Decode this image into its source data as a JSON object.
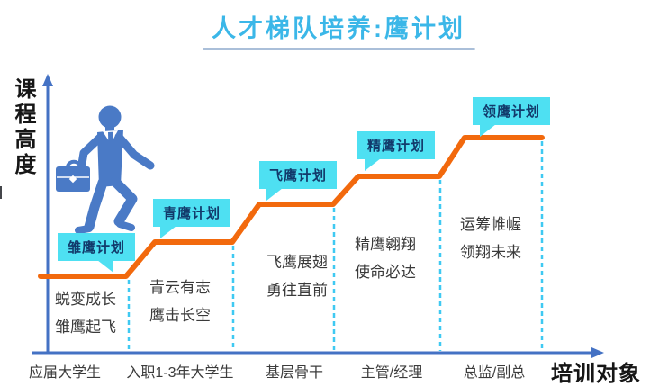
{
  "title": "人才梯队培养:鹰计划",
  "axes": {
    "y_label": "课程高度",
    "x_label": "培训对象"
  },
  "steps": [
    {
      "plan": "雏鹰计划",
      "line1": "蜕变成长",
      "line2": "雏鹰起飞",
      "audience": "应届大学生"
    },
    {
      "plan": "青鹰计划",
      "line1": "青云有志",
      "line2": "鹰击长空",
      "audience": "入职1-3年大学生"
    },
    {
      "plan": "飞鹰计划",
      "line1": "飞鹰展翅",
      "line2": "勇往直前",
      "audience": "基层骨干"
    },
    {
      "plan": "精鹰计划",
      "line1": "精鹰翱翔",
      "line2": "使命必达",
      "audience": "主管/经理"
    },
    {
      "plan": "领鹰计划",
      "line1": "运筹帷幄",
      "line2": "领翔未来",
      "audience": "总监/副总"
    }
  ],
  "icons": {
    "figure": "businessman-climbing-icon",
    "y_arrow": "up-arrow-icon",
    "x_arrow": "right-arrow-icon"
  },
  "colors": {
    "title_text": "#3bb7e8",
    "title_underline": "#aabfd9",
    "stair_orange": "#f2690d",
    "callout_bg": "#4ee0f2",
    "callout_text": "#123a6b",
    "axis_blue": "#4472c4",
    "divider_cyan": "#3fc9f2",
    "figure_blue": "#4a7ac6",
    "body_text": "#3a3a3a"
  }
}
